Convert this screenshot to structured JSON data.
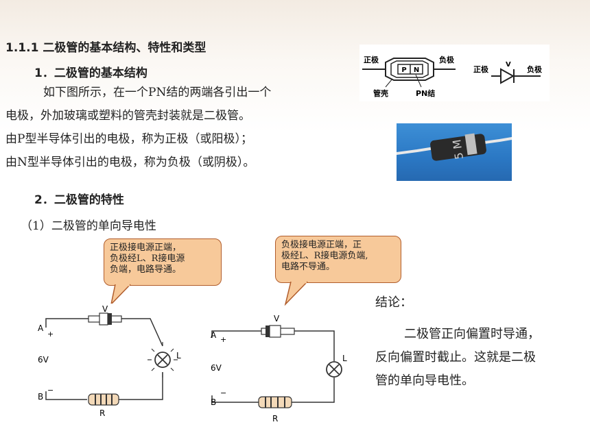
{
  "section_title": "1.1.1 二极管的基本结构、特性和类型",
  "heading1": "1．二极管的基本结构",
  "paragraph_lines": [
    "如下图所示，在一个PN结的两端各引出一个",
    "电极，外加玻璃或塑料的管壳封装就是二极管。",
    "由P型半导体引出的电极，称为正极（或阳极）；",
    "由N型半导体引出的电极，称为负极（或阴极）。"
  ],
  "heading2": "2．二极管的特性",
  "subheading": "（1）二极管的单向导电性",
  "structure_diagram": {
    "anode": "正极",
    "cathode": "负极",
    "shell": "管壳",
    "junction": "PN结",
    "p": "P",
    "n": "N",
    "symbol_anode": "正极",
    "symbol_cathode": "负极",
    "symbol_v": "V"
  },
  "photo_marking": "5 M",
  "bubble_left": [
    "正极接电源正端，",
    "负极经L、R接电源",
    "负端，电路导通。"
  ],
  "bubble_right": [
    "负极接电源正端，正",
    "极经L、R接电源负端,",
    "电路不导通。"
  ],
  "circuit_left": {
    "a": "A",
    "b": "B",
    "plus": "+",
    "minus": "−",
    "voltage": "6V",
    "v": "V",
    "l": "L",
    "r": "R"
  },
  "circuit_right": {
    "a": "A",
    "b": "B",
    "plus": "+",
    "minus": "−",
    "voltage": "6V",
    "v": "V",
    "l": "L",
    "r": "R"
  },
  "conclusion_label": "结论：",
  "conclusion_lines": [
    "二极管正向偏置时导通，",
    "反向偏置时截止。这就是二极",
    "管的单向导电性。"
  ]
}
